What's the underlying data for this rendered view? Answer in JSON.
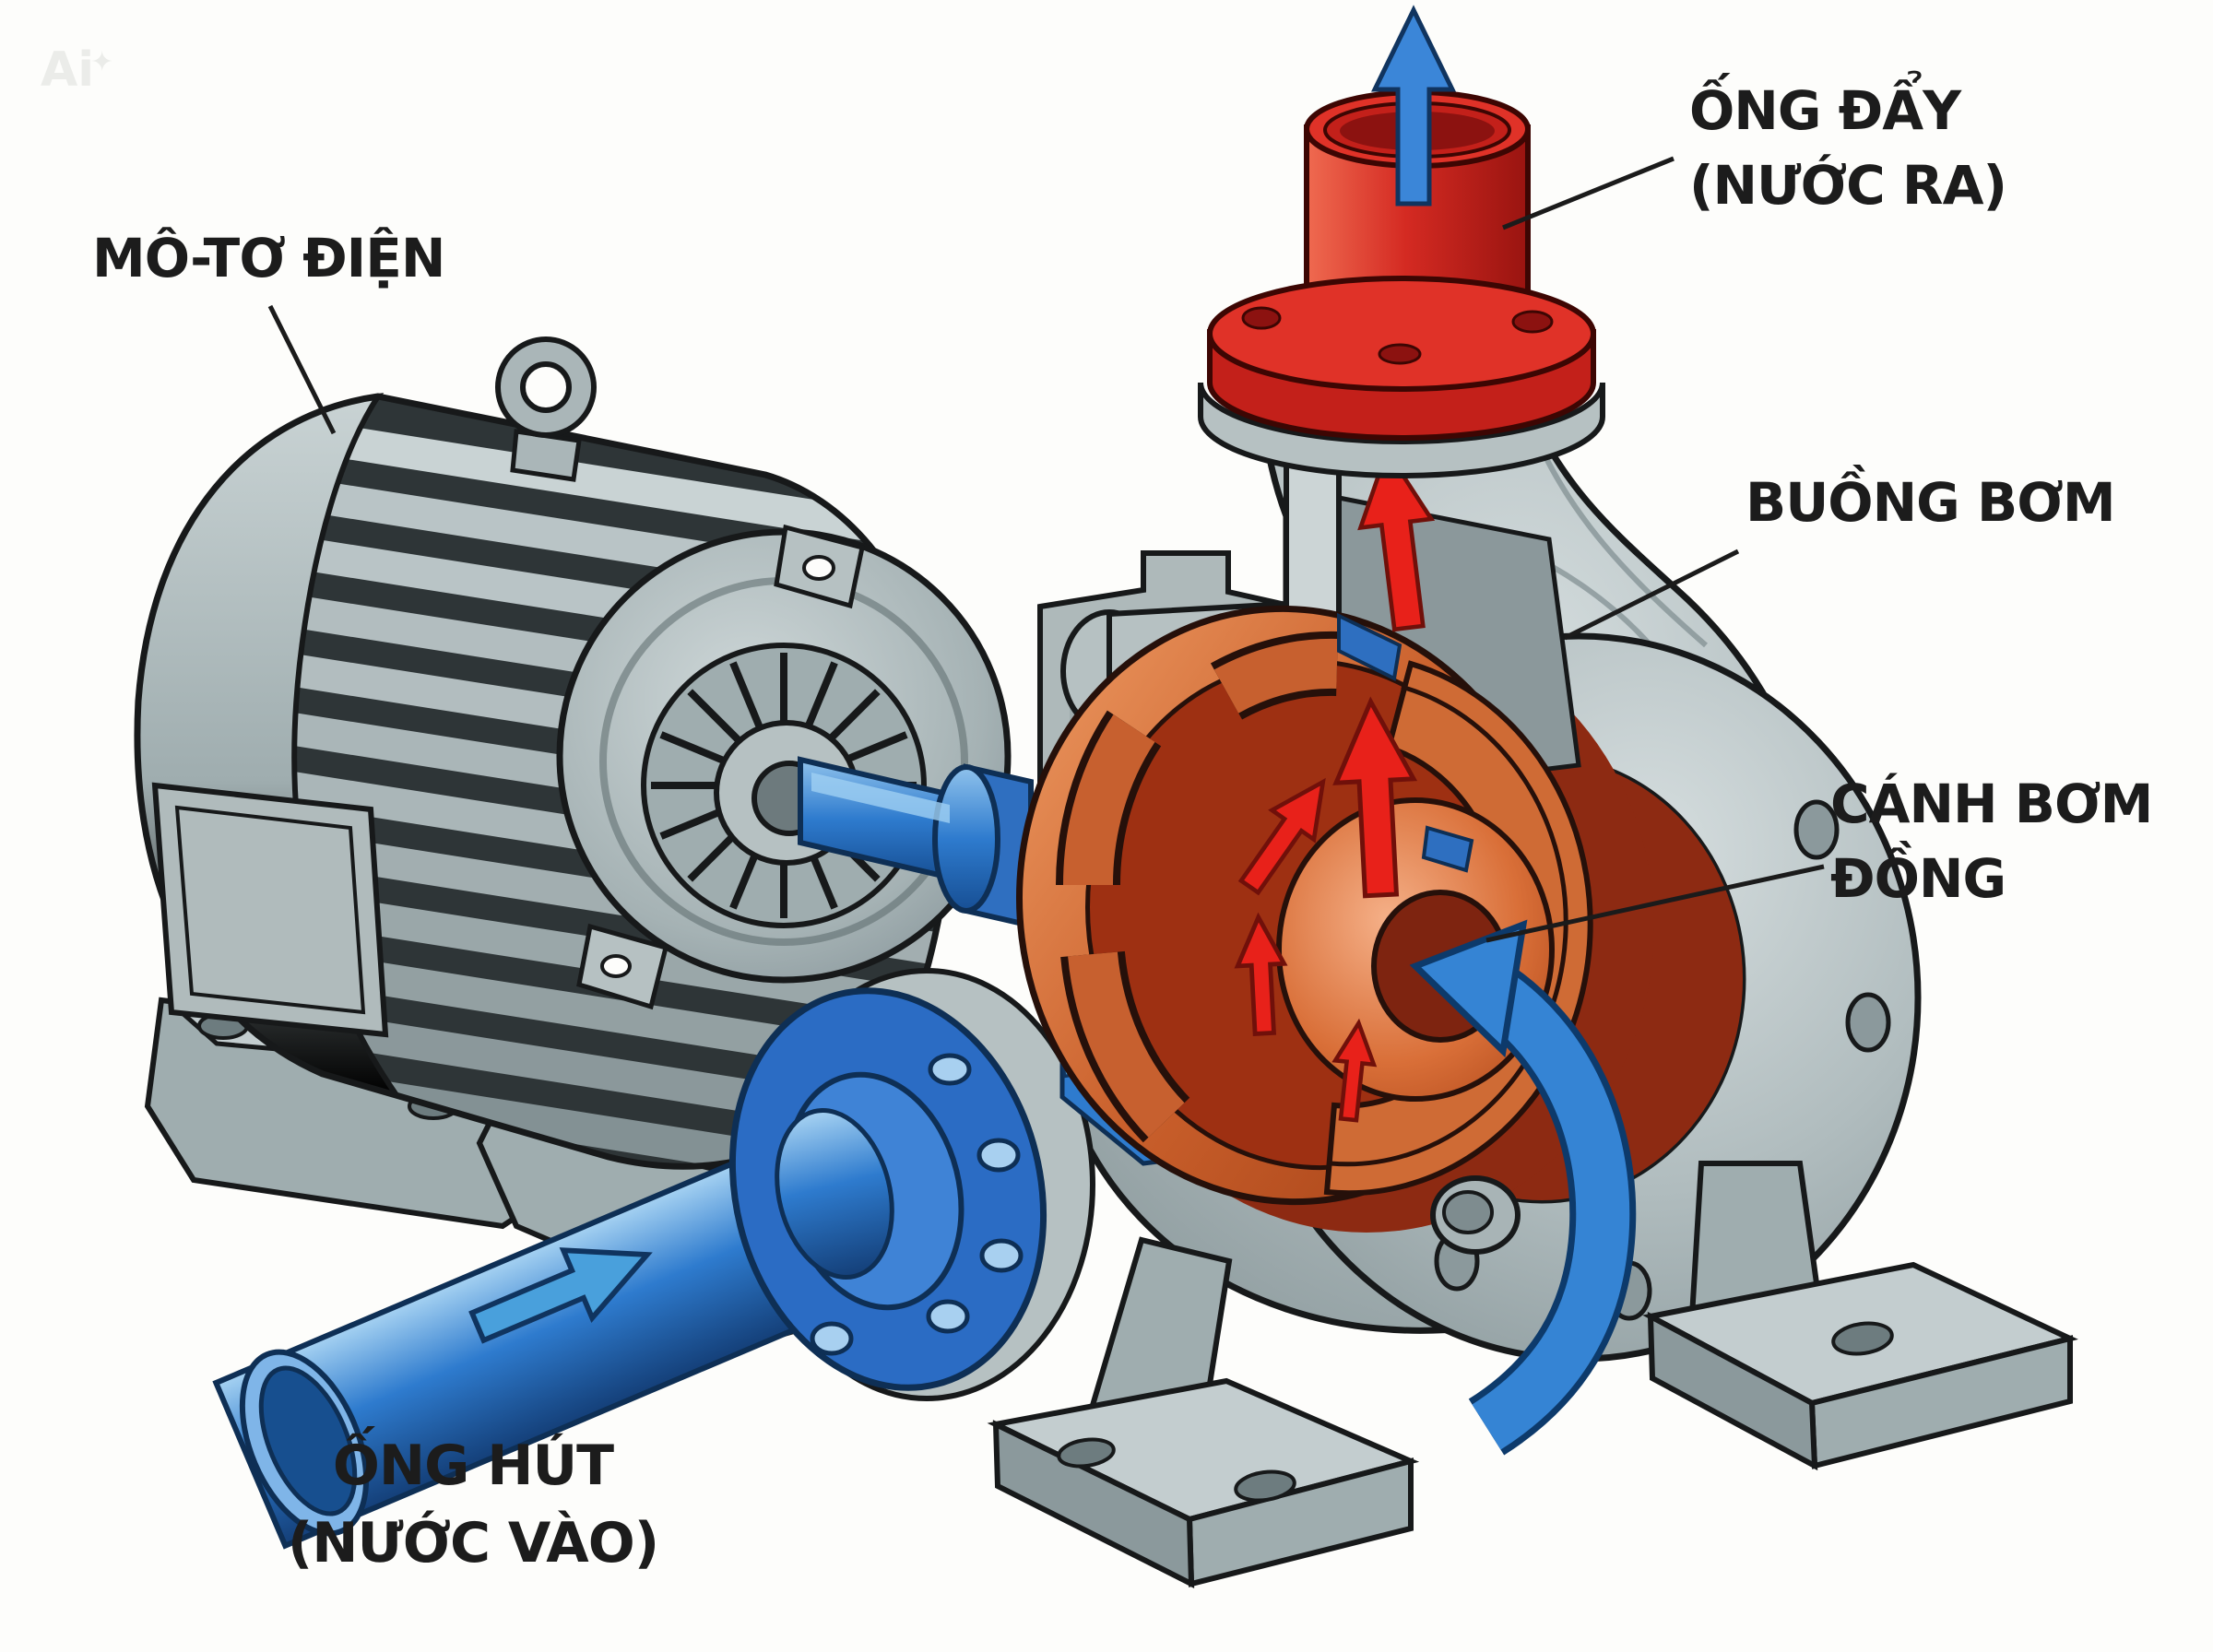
{
  "title": "Centrifugal pump cutaway diagram",
  "watermark": {
    "text": "Ai",
    "sparkle": "✦"
  },
  "labels": {
    "motor": {
      "text": "MÔ-TƠ ĐIỆN"
    },
    "discharge": {
      "line1": "ỐNG ĐẨY",
      "line2": "(NƯỚC RA)"
    },
    "pump_chamber": {
      "text": "BUỒNG BƠM"
    },
    "impeller": {
      "line1": "CÁNH BƠM",
      "line2": "ĐỒNG"
    },
    "suction": {
      "line1": "ỐNG HÚT",
      "line2": "(NƯỚC VÀO)"
    }
  },
  "palette": {
    "background": "#fdfdfb",
    "metal_gray": "#a8b5b7",
    "metal_dark": "#6f7e81",
    "water_blue": "#2e7bce",
    "arrow_blue": "#3b86d8",
    "impeller_copper": "#c86a35",
    "impeller_cavity": "#8d2a12",
    "discharge_red": "#d42a22",
    "flow_red": "#e8211a",
    "outline": "#17191a",
    "label_text": "#1c1c1c"
  },
  "parts": [
    {
      "id": "electric-motor",
      "label": "MÔ-TƠ ĐIỆN",
      "color": "#a8b5b7"
    },
    {
      "id": "drive-shaft",
      "label": "",
      "color": "#2e7bce"
    },
    {
      "id": "pump-casing",
      "label": "BUỒNG BƠM",
      "color": "#a8b5b7"
    },
    {
      "id": "impeller",
      "label": "CÁNH BƠM ĐỒNG",
      "color": "#c86a35"
    },
    {
      "id": "suction-pipe",
      "label": "ỐNG HÚT (NƯỚC VÀO)",
      "color": "#2e7bce"
    },
    {
      "id": "discharge-pipe",
      "label": "ỐNG ĐẨY (NƯỚC RA)",
      "color": "#d42a22"
    }
  ],
  "flow_arrows": [
    {
      "name": "suction-inflow-arrow",
      "color": "blue",
      "direction": "up-right along suction pipe"
    },
    {
      "name": "channel-inflow-arrow",
      "color": "blue",
      "direction": "right into casing"
    },
    {
      "name": "impeller-eye-arrow",
      "color": "blue",
      "direction": "curving into impeller eye"
    },
    {
      "name": "impeller-flow-arrows",
      "color": "red",
      "direction": "outward through impeller vanes"
    },
    {
      "name": "volute-rise-arrow",
      "color": "red",
      "direction": "up through discharge neck"
    },
    {
      "name": "discharge-outflow-arrow",
      "color": "blue",
      "direction": "up out of discharge pipe"
    }
  ]
}
